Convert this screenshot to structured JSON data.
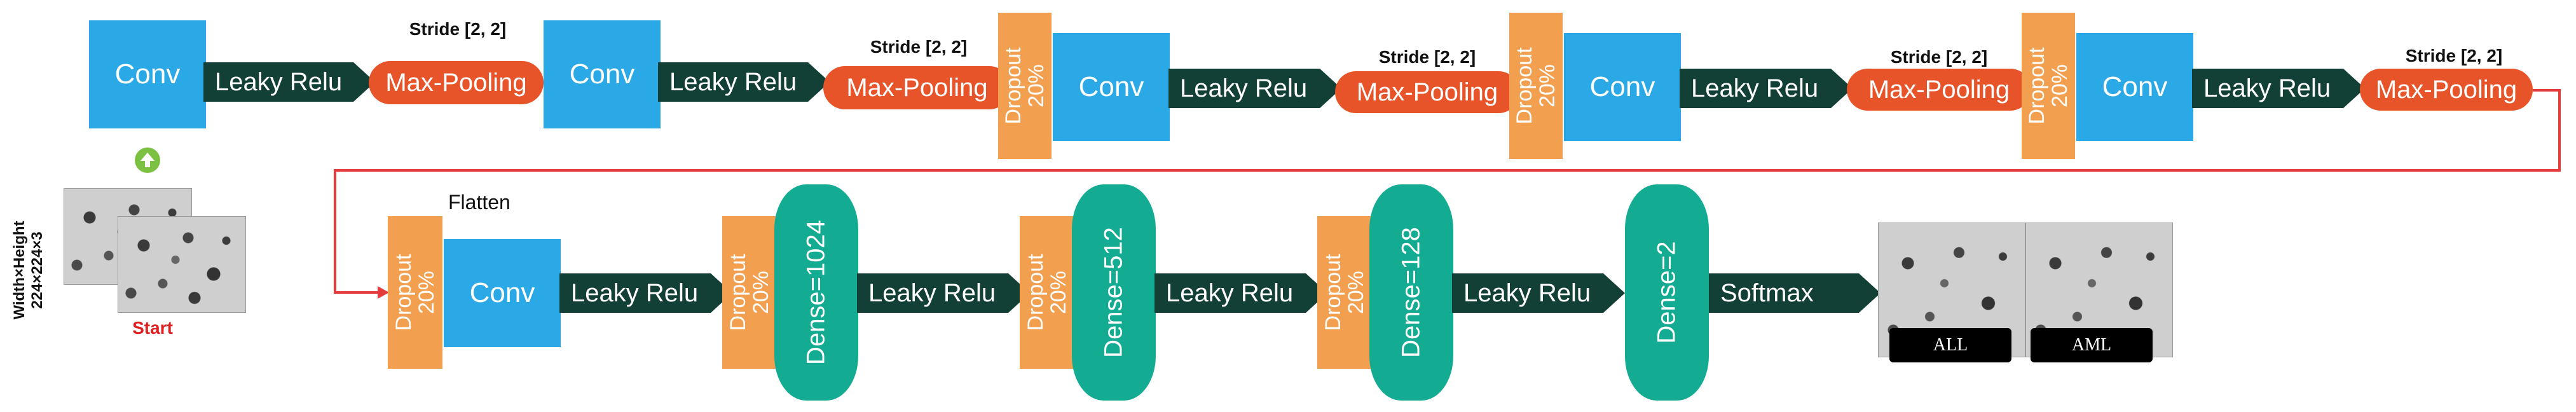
{
  "labels": {
    "conv": "Conv",
    "leaky_relu": "Leaky Relu",
    "max_pooling": "Max-Pooling",
    "stride": "Stride [2, 2]",
    "dropout": "Dropout 20%",
    "dropout_line1": "Dropout",
    "dropout_line2": "20%",
    "flatten": "Flatten",
    "softmax": "Softmax",
    "start": "Start",
    "input_dim_line1": "Width×Height",
    "input_dim_line2": "224×224×3"
  },
  "dense_layers": [
    "Dense=1024",
    "Dense=512",
    "Dense=128",
    "Dense=2"
  ],
  "outputs": [
    "ALL",
    "AML"
  ],
  "colors": {
    "conv": "#2aa9e6",
    "arrow": "#123f36",
    "pooling": "#e8542a",
    "dropout": "#f2a050",
    "dense": "#14ab93",
    "connector": "#e43c3c",
    "start_icon": "#7cc142"
  },
  "icons": {
    "start": "up-arrow-circle-icon"
  }
}
